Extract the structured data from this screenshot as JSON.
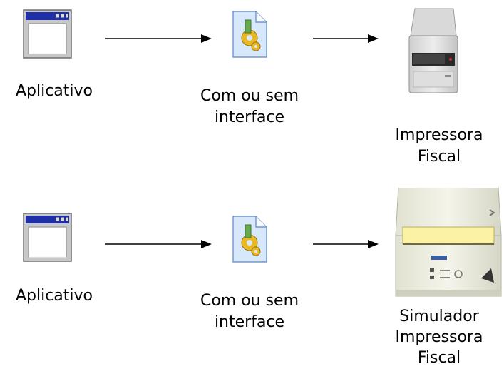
{
  "flows": [
    {
      "source_label": "Aplicativo",
      "interface_label_line1": "Com ou sem",
      "interface_label_line2": "interface",
      "target_label_line1": "Impressora",
      "target_label_line2": "Fiscal"
    },
    {
      "source_label": "Aplicativo",
      "interface_label_line1": "Com ou sem",
      "interface_label_line2": "interface",
      "target_label_line1": "Simulador",
      "target_label_line2": "Impressora",
      "target_label_line3": "Fiscal"
    }
  ],
  "icons": {
    "source": "application-window-icon",
    "interface": "interface-document-icon",
    "target_1": "fiscal-printer-icon",
    "target_2": "printer-simulator-icon"
  },
  "colors": {
    "window_title_bar": "#1f2fa8",
    "window_frame": "#b9b9b9",
    "printer_body": "#e6e6e6",
    "simulator_body": "#efefdf",
    "paper_slot": "#fbf2a6"
  }
}
